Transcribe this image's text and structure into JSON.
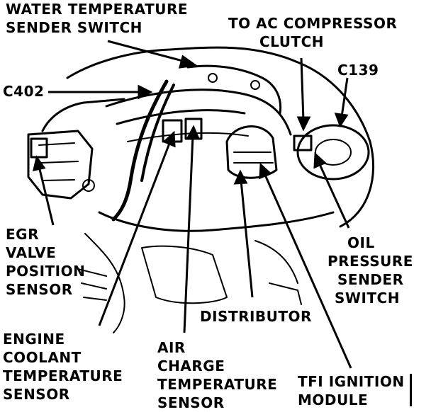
{
  "labels": {
    "water_temp_sender": [
      "WATER TEMPERATURE",
      "SENDER SWITCH"
    ],
    "to_ac_compressor": [
      "TO AC COMPRESSOR",
      "CLUTCH"
    ],
    "c139": "C139",
    "c402": "C402",
    "egr_valve_position_sensor": [
      "EGR",
      "VALVE",
      "POSITION",
      "SENSOR"
    ],
    "oil_pressure_sender_switch": [
      "OIL",
      "PRESSURE",
      "SENDER",
      "SWITCH"
    ],
    "distributor": "DISTRIBUTOR",
    "engine_coolant_temp_sensor": [
      "ENGINE",
      "COOLANT",
      "TEMPERATURE",
      "SENSOR"
    ],
    "air_charge_temp_sensor": [
      "AIR",
      "CHARGE",
      "TEMPERATURE",
      "SENSOR"
    ],
    "tfi_ignition_module": [
      "TFI IGNITION",
      "MODULE"
    ]
  },
  "colors": {
    "ink": "#000000",
    "paper": "#ffffff"
  }
}
